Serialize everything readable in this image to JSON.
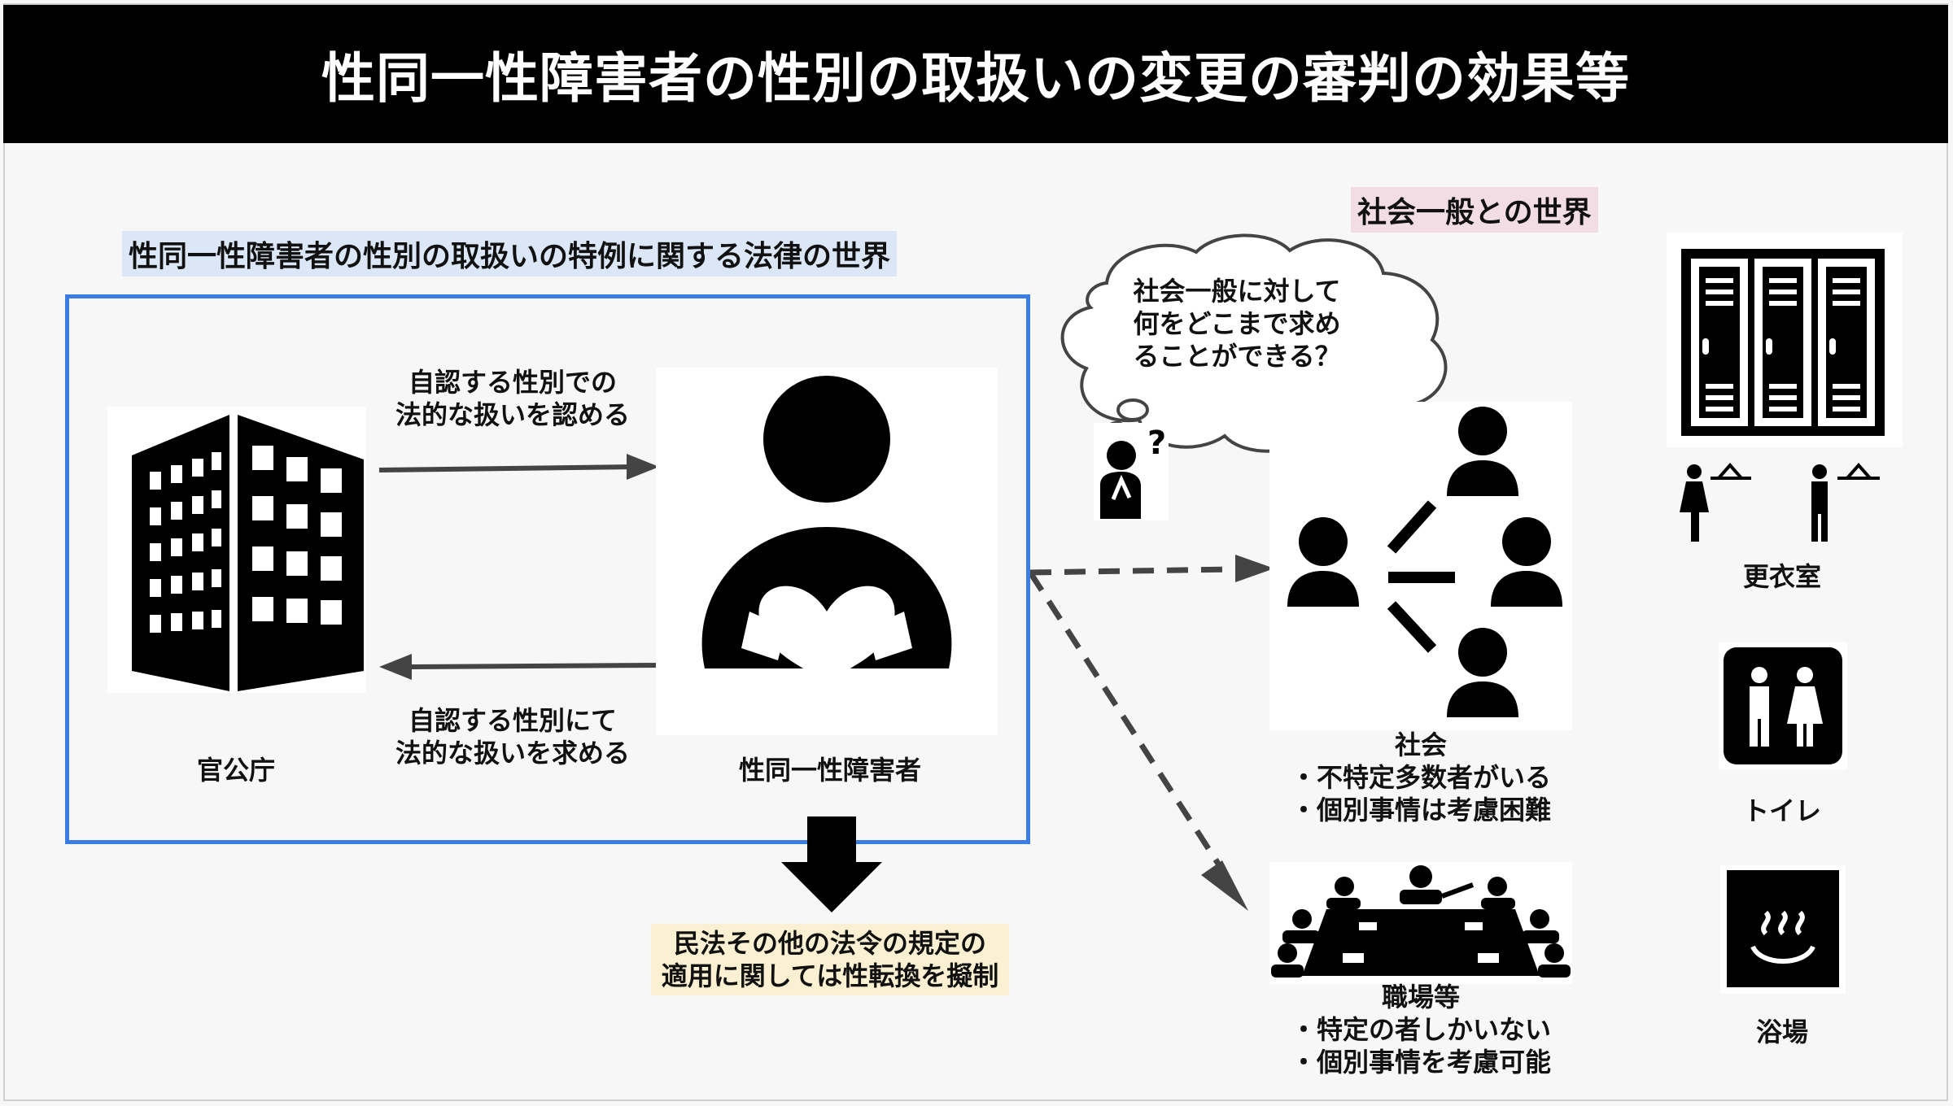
{
  "title": "性同一性障害者の性別の取扱いの変更の審判の効果等",
  "law_world": {
    "heading": "性同一性障害者の性別の取扱いの特例に関する法律の世界",
    "agency_label": "官公庁",
    "person_label": "性同一性障害者",
    "arrow_top_label": [
      "自認する性別での",
      "法的な扱いを認める"
    ],
    "arrow_bottom_label": [
      "自認する性別にて",
      "法的な扱いを求める"
    ]
  },
  "civil_law_note": [
    "民法その他の法令の規定の",
    "適用に関しては性転換を擬制"
  ],
  "society_world": {
    "heading": "社会一般との世界",
    "thought_bubble": [
      "社会一般に対して",
      "何をどこまで求め",
      "ることができる？"
    ],
    "society": {
      "title": "社会",
      "points": [
        "・不特定多数者がいる",
        "・個別事情は考慮困難"
      ]
    },
    "workplace": {
      "title": "職場等",
      "points": [
        "・特定の者しかいない",
        "・個別事情を考慮可能"
      ]
    }
  },
  "facilities": [
    {
      "label": "更衣室",
      "icon": "locker-room-icon"
    },
    {
      "label": "トイレ",
      "icon": "restroom-icon"
    },
    {
      "label": "浴場",
      "icon": "hot-spring-icon"
    }
  ],
  "colors": {
    "title_bg": "#000000",
    "law_box_border": "#3b7de3",
    "heading_blue_bg": "#dbe7f6",
    "heading_pink_bg": "#f3dde5",
    "note_yellow_bg": "#fbf0d2"
  }
}
